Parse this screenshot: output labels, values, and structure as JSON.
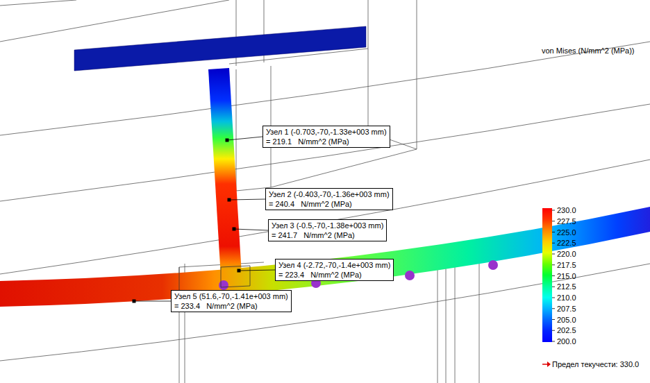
{
  "diagram": {
    "nodes": [
      {
        "text": [
          "Узел 1 (-0.703,-70,-1.33e+003 mm)",
          "= 219.1   N/mm^2 (MPa)"
        ]
      },
      {
        "text": [
          "Узел 2 (-0.403,-70,-1.36e+003 mm)",
          "= 240.4   N/mm^2 (MPa)"
        ]
      },
      {
        "text": [
          "Узел 3 (-0.5,-70,-1.38e+003 mm)",
          "= 241.7   N/mm^2 (MPa)"
        ]
      },
      {
        "text": [
          "Узел 4 (-2.72,-70,-1.4e+003 mm)",
          "= 223.4   N/mm^2 (MPa)"
        ]
      },
      {
        "text": [
          "Узел 5 (51.6,-70,-1.41e+003 mm)",
          "= 233.4   N/mm^2 (MPa)"
        ]
      }
    ],
    "labels": [
      "von Mises (N/mm^2 (MPa))",
      "Предел текучести: 330.0"
    ],
    "legend": [
      {
        "text": "230.0",
        "color": "#ff0000"
      },
      {
        "text": "227.5",
        "color": "#ff3300"
      },
      {
        "text": "225.0",
        "color": "#ff8800"
      },
      {
        "text": "222.5",
        "color": "#ffcc00"
      },
      {
        "text": "220.0",
        "color": "#e6ff00"
      },
      {
        "text": "217.5",
        "color": "#66ff00"
      },
      {
        "text": "215.0",
        "color": "#00ff33"
      },
      {
        "text": "212.5",
        "color": "#00ff99"
      },
      {
        "text": "210.0",
        "color": "#00ffee"
      },
      {
        "text": "207.5",
        "color": "#00b3ff"
      },
      {
        "text": "205.0",
        "color": "#0066ff"
      },
      {
        "text": "202.5",
        "color": "#0022ff"
      },
      {
        "text": "200.0",
        "color": "#0000ff"
      }
    ]
  }
}
